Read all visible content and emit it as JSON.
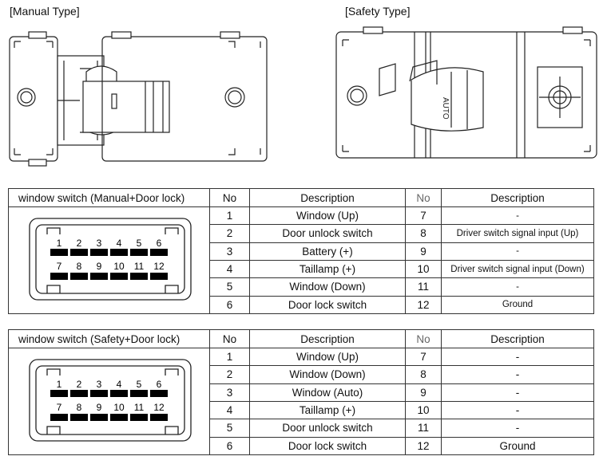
{
  "labels": {
    "manual": "[Manual Type]",
    "safety": "[Safety Type]"
  },
  "switch_marking": "AUTO",
  "tables": [
    {
      "title": "window switch (Manual+Door lock)",
      "headers": [
        "No",
        "Description",
        "No",
        "Description"
      ],
      "pins_top": [
        "1",
        "2",
        "3",
        "4",
        "5",
        "6"
      ],
      "pins_bottom": [
        "7",
        "8",
        "9",
        "10",
        "11",
        "12"
      ],
      "rows": [
        {
          "no1": "1",
          "desc1": "Window (Up)",
          "no2": "7",
          "desc2": "-"
        },
        {
          "no1": "2",
          "desc1": "Door unlock switch",
          "no2": "8",
          "desc2": "Driver switch signal input (Up)"
        },
        {
          "no1": "3",
          "desc1": "Battery (+)",
          "no2": "9",
          "desc2": "-"
        },
        {
          "no1": "4",
          "desc1": "Taillamp (+)",
          "no2": "10",
          "desc2": "Driver switch signal input (Down)"
        },
        {
          "no1": "5",
          "desc1": "Window (Down)",
          "no2": "11",
          "desc2": "-"
        },
        {
          "no1": "6",
          "desc1": "Door lock switch",
          "no2": "12",
          "desc2": "Ground"
        }
      ]
    },
    {
      "title": "window switch (Safety+Door lock)",
      "headers": [
        "No",
        "Description",
        "No",
        "Description"
      ],
      "pins_top": [
        "1",
        "2",
        "3",
        "4",
        "5",
        "6"
      ],
      "pins_bottom": [
        "7",
        "8",
        "9",
        "10",
        "11",
        "12"
      ],
      "rows": [
        {
          "no1": "1",
          "desc1": "Window (Up)",
          "no2": "7",
          "desc2": "-"
        },
        {
          "no1": "2",
          "desc1": "Window (Down)",
          "no2": "8",
          "desc2": "-"
        },
        {
          "no1": "3",
          "desc1": "Window (Auto)",
          "no2": "9",
          "desc2": "-"
        },
        {
          "no1": "4",
          "desc1": "Taillamp (+)",
          "no2": "10",
          "desc2": "-"
        },
        {
          "no1": "5",
          "desc1": "Door unlock switch",
          "no2": "11",
          "desc2": "-"
        },
        {
          "no1": "6",
          "desc1": "Door lock switch",
          "no2": "12",
          "desc2": "Ground"
        }
      ]
    }
  ]
}
